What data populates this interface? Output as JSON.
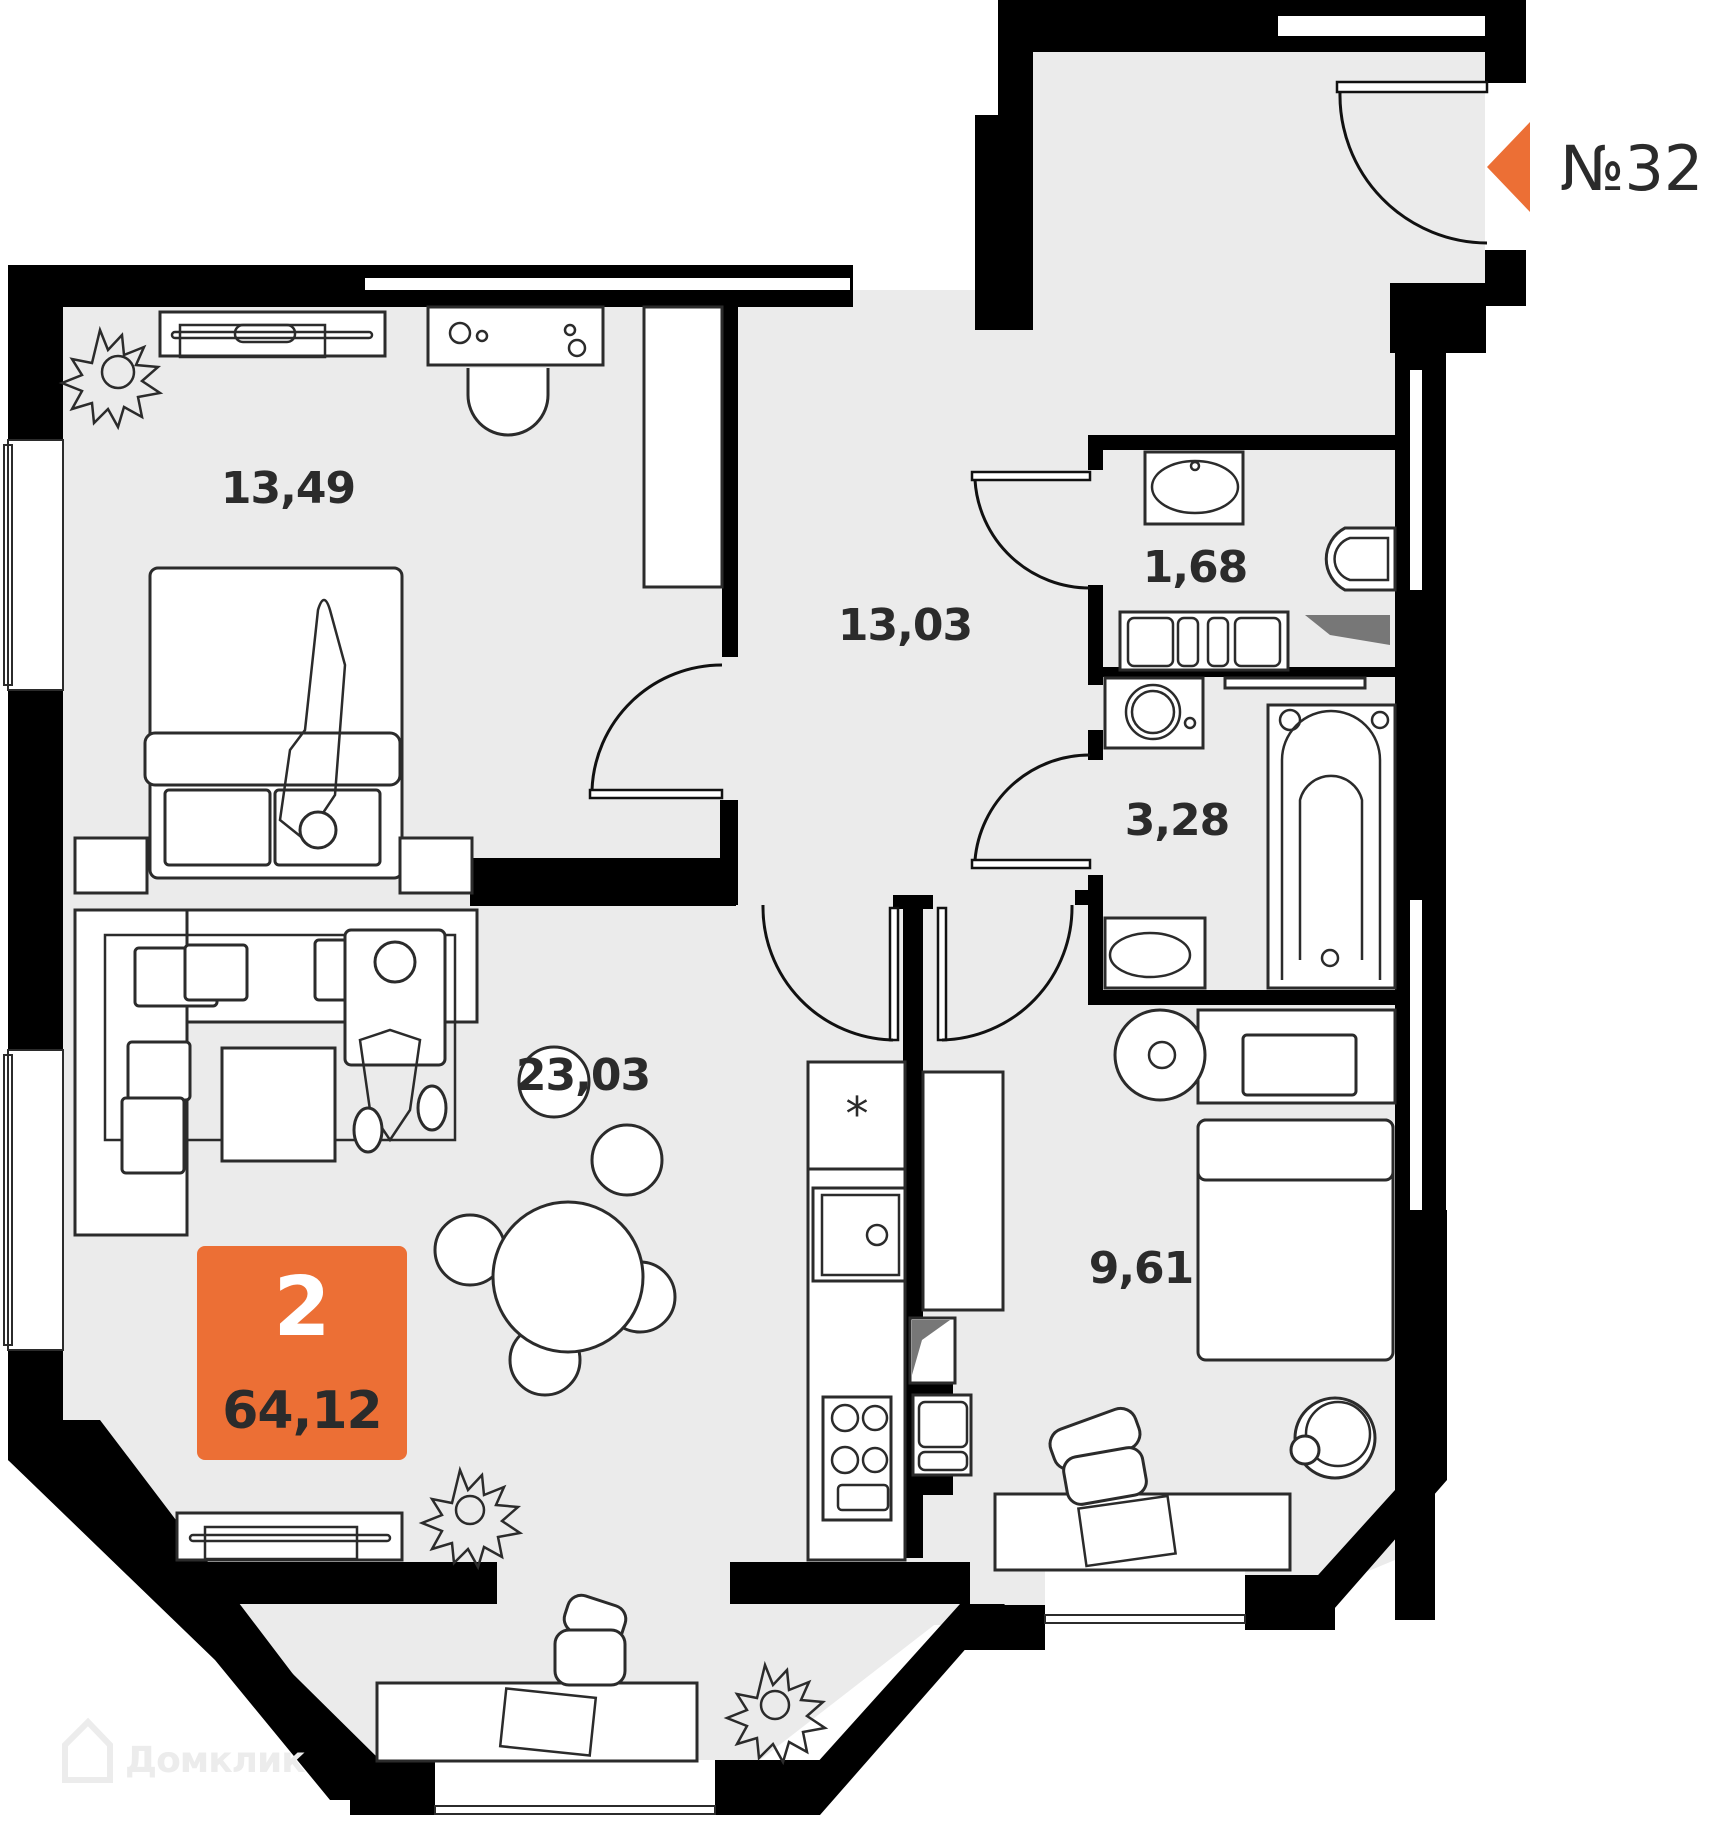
{
  "apartment": {
    "number_label": "№32",
    "rooms_count": "2",
    "total_area": "64,12"
  },
  "rooms": [
    {
      "id": "bedroom",
      "area": "13,49"
    },
    {
      "id": "hallway",
      "area": "13,03"
    },
    {
      "id": "toilet",
      "area": "1,68"
    },
    {
      "id": "bathroom",
      "area": "3,28"
    },
    {
      "id": "living-kitchen",
      "area": "23,03"
    },
    {
      "id": "children-room",
      "area": "9,61"
    }
  ],
  "watermark": {
    "text": "Домклик"
  },
  "colors": {
    "accent": "#EC6F35",
    "wall": "#000000",
    "floor": "#EBEBEB",
    "text": "#2B2B2B",
    "furniture": "#FFFFFF"
  }
}
